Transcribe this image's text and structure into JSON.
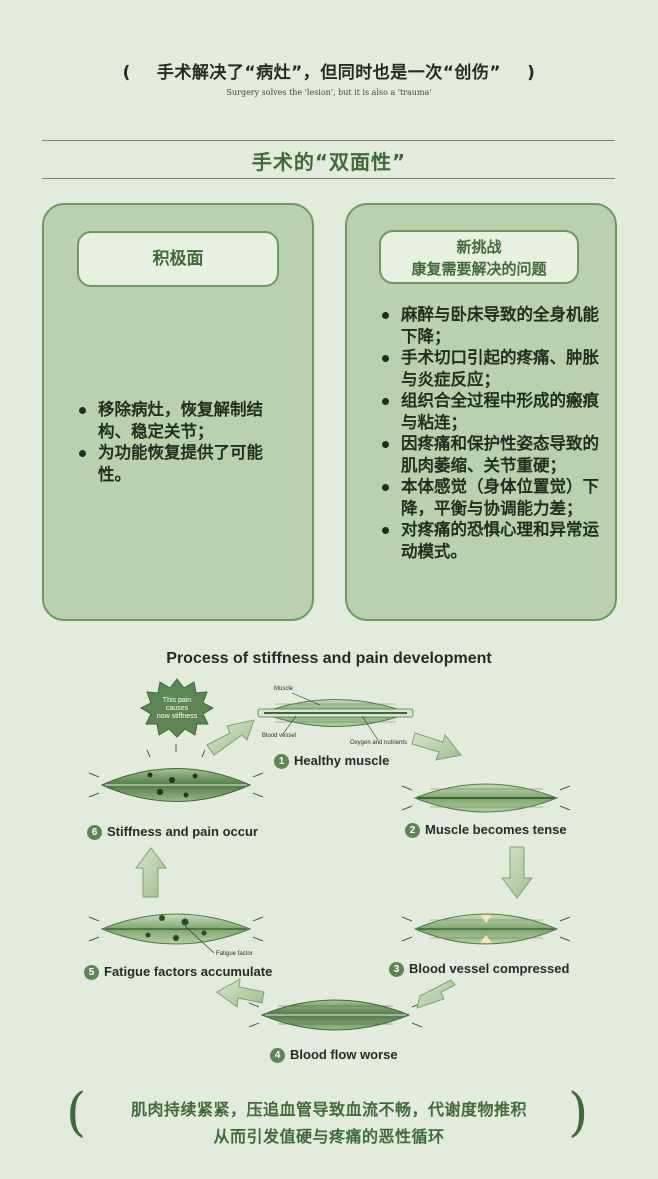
{
  "header": {
    "title_open": "(",
    "title": "手术解决了“病灶”，但同时也是一次“创伤”",
    "title_close": ")",
    "subtitle": "Surgery solves the 'lesion', but it is also a 'trauma'"
  },
  "section": {
    "title": "手术的“双面性”"
  },
  "left_panel": {
    "heading": "积极面",
    "bullets": [
      "移除病灶，恢复解制结构、稳定关节；",
      "为功能恢复提供了可能性。"
    ]
  },
  "right_panel": {
    "heading_line1": "新挑战",
    "heading_line2": "康复需要解决的问题",
    "bullets": [
      "麻醉与卧床导致的全身机能下降；",
      "手术切口引起的疼痛、肿胀与炎症反应；",
      "组织合全过程中形成的瘢痕与粘连；",
      "因疼痛和保护性姿态导致的肌肉萎缩、关节重硬；",
      "本体感觉（身体位置觉）下降，平衡与协调能力差；",
      "对疼痛的恐惧心理和异常运动模式。"
    ]
  },
  "diagram": {
    "title": "Process of stiffness and pain development",
    "burst_text": [
      "This pain",
      "causes",
      "now stiffness"
    ],
    "annotations": {
      "muscle": "Muscle",
      "blood_vessel": "Blood vessel",
      "oxygen": "Oxygen and nutrients",
      "fatigue": "Fatigue factor"
    },
    "steps": [
      {
        "num": "1",
        "label": "Healthy muscle"
      },
      {
        "num": "2",
        "label": "Muscle becomes tense"
      },
      {
        "num": "3",
        "label": "Blood vessel compressed"
      },
      {
        "num": "4",
        "label": "Blood flow worse"
      },
      {
        "num": "5",
        "label": "Fatigue factors accumulate"
      },
      {
        "num": "6",
        "label": "Stiffness and pain occur"
      }
    ]
  },
  "footer": {
    "line1": "肌肉持续紧紧，压追血管导致血流不畅，代谢度物推积",
    "line2": "从而引发值硬与疼痛的恶性循环",
    "paren_open": "(",
    "paren_close": ")"
  },
  "colors": {
    "background": "#e3ecdc",
    "panel_fill": "#b9d2ad",
    "accent": "#3f6b39",
    "muscle_green": "#7fa66e"
  }
}
